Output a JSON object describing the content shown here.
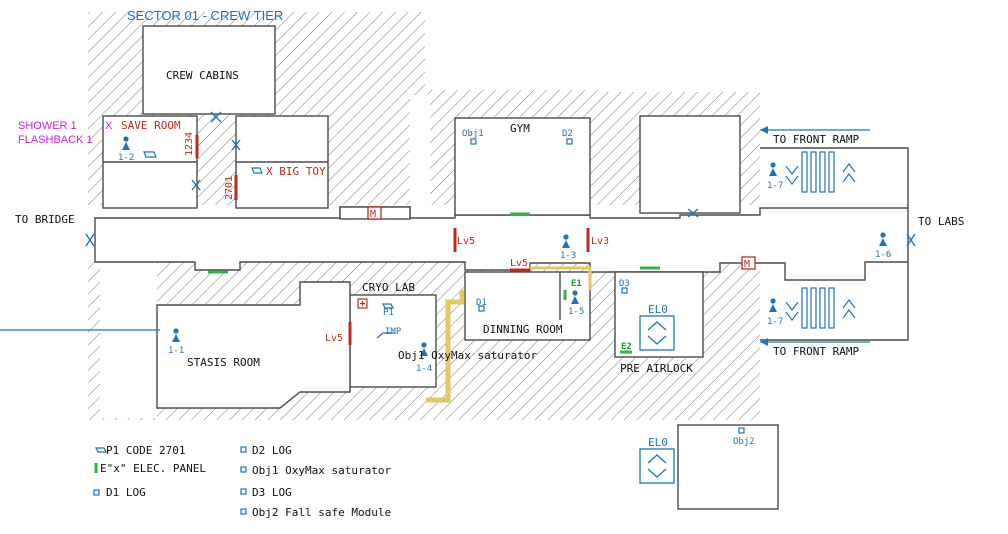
{
  "title": "SECTOR 01 - CREW TIER",
  "rooms": {
    "crew_cabins": "CREW CABINS",
    "save_room": "SAVE ROOM",
    "save_room_mark": "X",
    "big_toy": "X BIG TOY",
    "gym": "GYM",
    "cryo_lab": "CRYO LAB",
    "stasis_room": "STASIS ROOM",
    "dinning_room": "DINNING ROOM",
    "pre_airlock": "PRE AIRLOCK"
  },
  "exits": {
    "to_bridge": "TO BRIDGE",
    "to_labs": "TO LABS",
    "to_front_ramp_top": "TO FRONT RAMP",
    "to_front_ramp_bottom": "TO FRONT RAMP"
  },
  "events": {
    "shower": "SHOWER 1",
    "flashback": "FLASHBACK 1"
  },
  "doors": {
    "code_1234": "1234",
    "code_2701": "2701",
    "lv5_corridor": "Lv5",
    "lv3": "Lv3",
    "lv5_dinning": "Lv5",
    "lv5_cryo": "Lv5"
  },
  "markers": {
    "m1": "M",
    "m2": "M",
    "e1": "E1",
    "e2": "E2",
    "el0_airlock": "EL0",
    "el0_module": "EL0"
  },
  "items": {
    "obj1_gym": "Obj1",
    "d2_gym": "D2",
    "d1": "D1",
    "d3": "D3",
    "p1": "P1",
    "imp": "IMP",
    "obj1_cryo": "Obj1 OxyMax saturator",
    "obj2": "Obj2"
  },
  "figures": {
    "f12": "1-2",
    "f13": "1-3",
    "f14": "1-4",
    "f15": "1-5",
    "f16": "1-6",
    "f17a": "1-7",
    "f17b": "1-7",
    "f11": "1-1"
  },
  "legend": [
    {
      "symbol": "P1",
      "text": "P1 CODE 2701"
    },
    {
      "symbol": "E",
      "text": "E\"x\" ELEC. PANEL"
    },
    {
      "symbol": "D1",
      "text": "D1 LOG"
    },
    {
      "symbol": "D2",
      "text": "D2 LOG"
    },
    {
      "symbol": "Obj1",
      "text": "Obj1 OxyMax saturator"
    },
    {
      "symbol": "D3",
      "text": "D3 LOG"
    },
    {
      "symbol": "Obj2",
      "text": "Obj2 Fall safe Module"
    }
  ],
  "colors": {
    "blue": "#1f73b7",
    "red": "#c0281e",
    "green": "#34b04a",
    "magenta": "#d41bd4",
    "yellow": "#e6c766",
    "wall": "#4a4a4a"
  }
}
